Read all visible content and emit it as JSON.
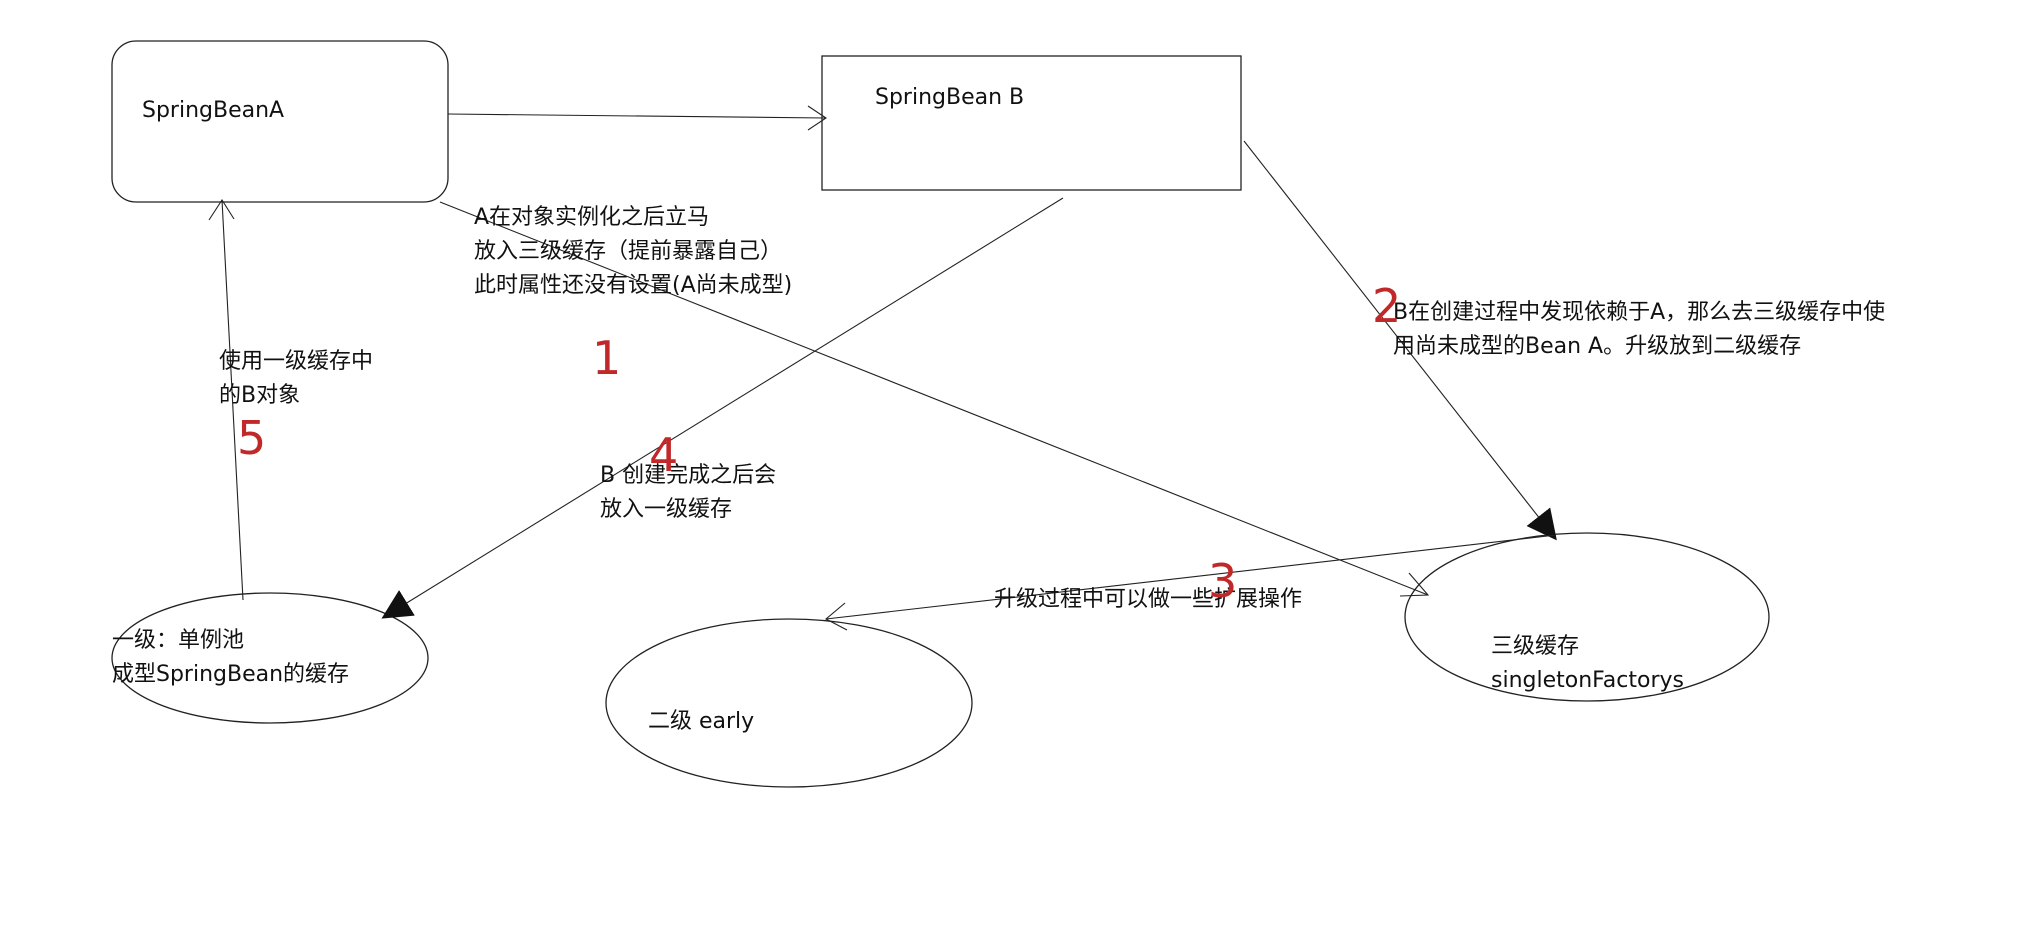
{
  "nodes": {
    "bean_a": "SpringBeanA",
    "bean_b": "SpringBean B",
    "level1": "一级：单例池\n成型SpringBean的缓存",
    "level2": "二级   early",
    "level3": "三级缓存\nsingletonFactorys"
  },
  "notes": {
    "a_instantiate": "A在对象实例化之后立马\n放入三级缓存（提前暴露自己）\n此时属性还没有设置(A尚未成型)",
    "b_depends": "B在创建过程中发现依赖于A，那么去三级缓存中使\n用尚未成型的Bean A。升级放到二级缓存",
    "upgrade": "升级过程中可以做一些扩展操作",
    "b_done": "B 创建完成之后会\n放入一级缓存",
    "use_b": "使用一级缓存中\n的B对象"
  },
  "steps": {
    "s1": "1",
    "s2": "2",
    "s3": "3",
    "s4": "4",
    "s5": "5"
  },
  "colors": {
    "line": "#222222",
    "step": "#c0282a"
  }
}
